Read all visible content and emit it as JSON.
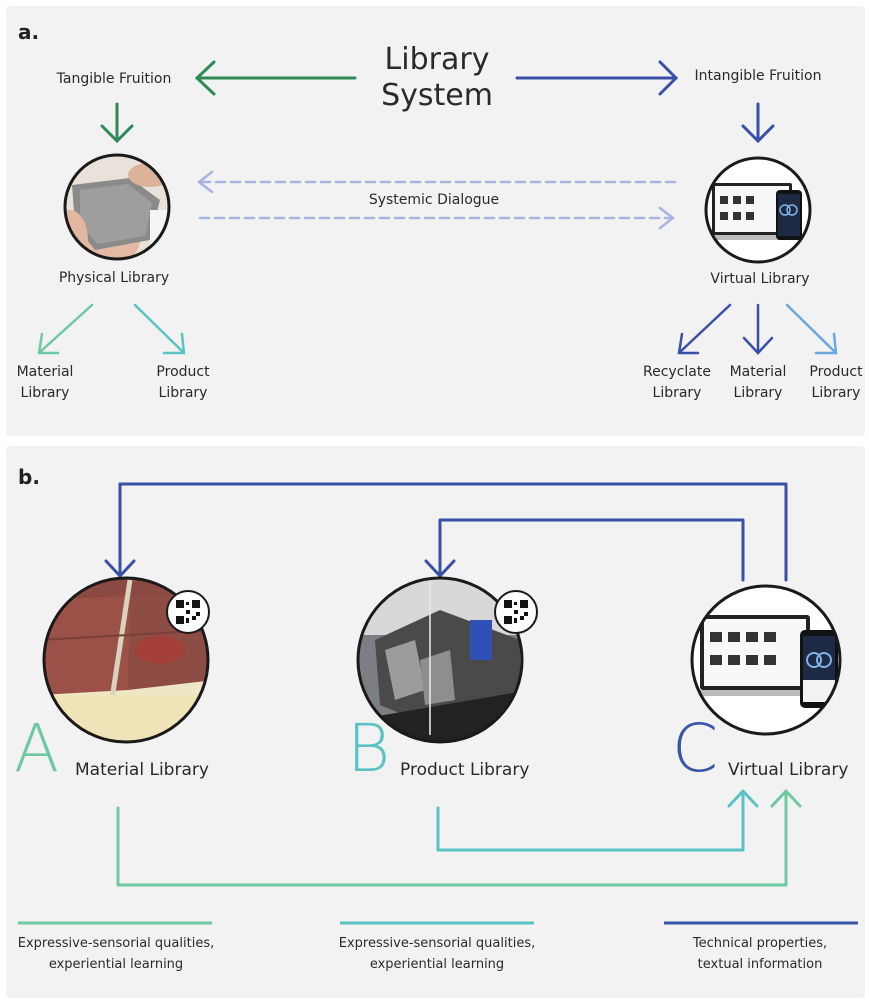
{
  "panel_a": {
    "label": "a.",
    "title": "Library\nSystem",
    "tangible": "Tangible Fruition",
    "intangible": "Intangible Fruition",
    "dialogue": "Systemic Dialogue",
    "physical": "Physical Library",
    "virtual": "Virtual Library",
    "physical_children": [
      "Material\nLibrary",
      "Product\nLibrary"
    ],
    "virtual_children": [
      "Recyclate\nLibrary",
      "Material\nLibrary",
      "Product\nLibrary"
    ]
  },
  "panel_b": {
    "label": "b.",
    "nodes": [
      {
        "letter": "A",
        "label": "Material Library",
        "color": "#6cc9a0"
      },
      {
        "letter": "B",
        "label": "Product Library",
        "color": "#5bc3c4"
      },
      {
        "letter": "C",
        "label": "Virtual Library",
        "color": "#3a55a8"
      }
    ],
    "legend": [
      {
        "text": "Expressive-sensorial qualities,\nexperiential learning",
        "color": "#6cc9a0"
      },
      {
        "text": "Expressive-sensorial qualities,\nexperiential learning",
        "color": "#5bc3c4"
      },
      {
        "text": "Technical properties,\ntextual information",
        "color": "#3a55a8"
      }
    ]
  },
  "colors": {
    "green": "#2e8b57",
    "blue": "#3a4fa8",
    "light_blue": "#a8b4e0",
    "mint": "#6cc9a0",
    "teal": "#5bc3c4"
  }
}
